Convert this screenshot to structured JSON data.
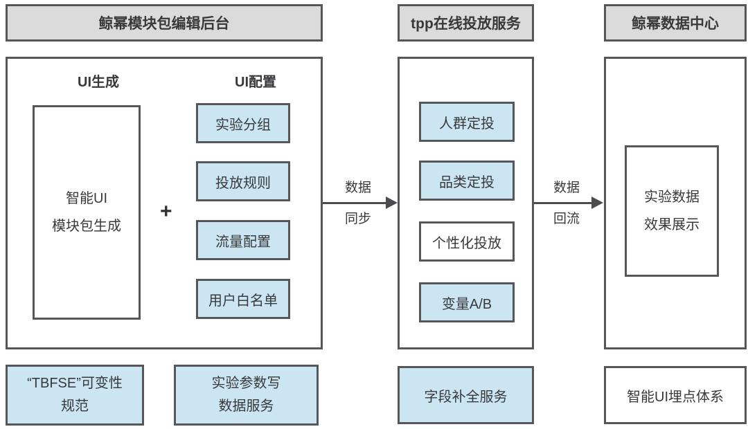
{
  "colors": {
    "box_blue": "#CBE5F3",
    "header_gray": "#DBDBDB",
    "border_dark": "#55565A",
    "text": "#38393B",
    "arrow": "#4B4C4E"
  },
  "headers": [
    {
      "label": "鲸幂模块包编辑后台"
    },
    {
      "label": "tpp在线投放服务"
    },
    {
      "label": "鲸幂数据中心"
    }
  ],
  "left_panel": {
    "col1_title": "UI生成",
    "col2_title": "UI配置",
    "generator_box": {
      "line1": "智能UI",
      "line2": "模块包生成"
    },
    "plus": "+",
    "config_items": [
      "实验分组",
      "投放规则",
      "流量配置",
      "用户白名单"
    ]
  },
  "middle_panel": {
    "items": [
      {
        "label": "人群定投",
        "style": "blue"
      },
      {
        "label": "品类定投",
        "style": "blue"
      },
      {
        "label": "个性化投放",
        "style": "white"
      },
      {
        "label": "变量A/B",
        "style": "blue"
      }
    ]
  },
  "right_panel": {
    "result_box": {
      "line1": "实验数据",
      "line2": "效果展示"
    }
  },
  "arrows": [
    {
      "label_top": "数据",
      "label_bottom": "同步"
    },
    {
      "label_top": "数据",
      "label_bottom": "回流"
    }
  ],
  "footers": [
    {
      "line1": "“TBFSE”可变性",
      "line2": "规范",
      "style": "blue"
    },
    {
      "line1": "实验参数写",
      "line2": "数据服务",
      "style": "blue"
    },
    {
      "line1": "字段补全服务",
      "line2": "",
      "style": "blue"
    },
    {
      "line1": "智能UI埋点体系",
      "line2": "",
      "style": "white"
    }
  ]
}
